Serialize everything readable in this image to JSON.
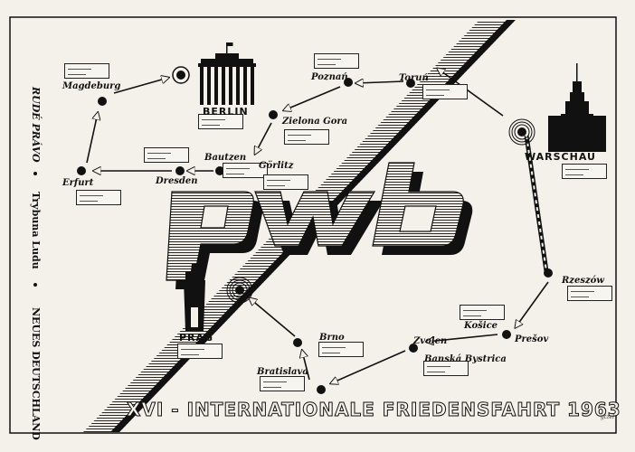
{
  "poster": {
    "logo": "pwb",
    "title": "XVI - INTERNATIONALE FRIEDENSFAHRT 1963",
    "signature": "gtzel"
  },
  "newspapers": [
    "RUDÉ PRÁVO",
    "Trybuna Ludu",
    "NEUES DEUTSCHLAND"
  ],
  "capitals": {
    "berlin": "BERLIN",
    "warschau": "WARSCHAU",
    "prag": "PRAG"
  },
  "cities": {
    "magdeburg": "Magdeburg",
    "erfurt": "Erfurt",
    "dresden": "Dresden",
    "bautzen": "Bautzen",
    "goerlitz": "Görlitz",
    "zielona_gora": "Zielona Gora",
    "poznan": "Poznań",
    "torun": "Toruń",
    "rzeszow": "Rzeszów",
    "presov": "Prešov",
    "kosice": "Košice",
    "zvolen": "Zvolen",
    "banska_bystrica": "Banská Bystrica",
    "brno": "Brno",
    "bratislava": "Bratislava"
  },
  "colors": {
    "paper": "#f4f1ea",
    "ink": "#111111"
  }
}
